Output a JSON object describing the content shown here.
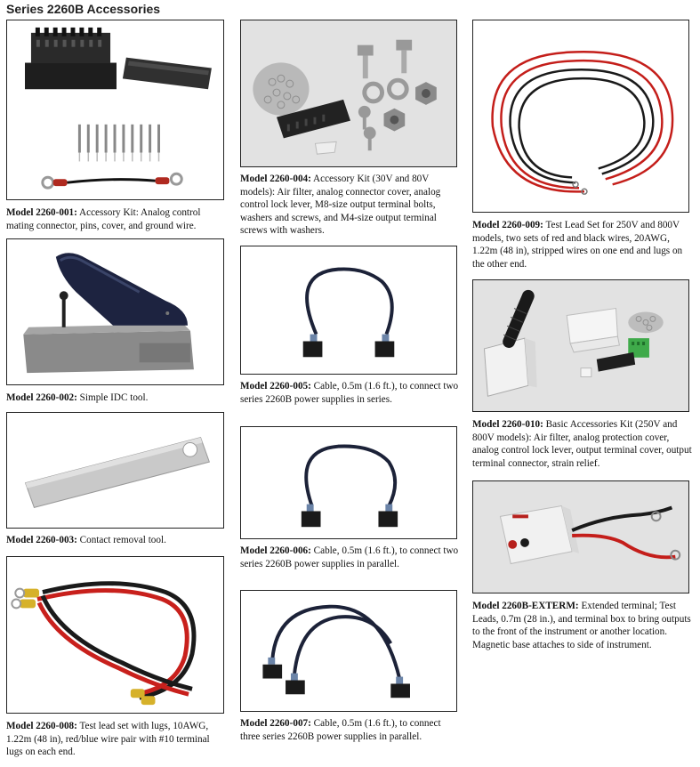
{
  "page": {
    "title": "Series 2260B Accessories"
  },
  "items": [
    {
      "model": "Model 2260-001:",
      "desc": "Accessory Kit: Analog control mating connector, pins, cover, and ground wire."
    },
    {
      "model": "Model 2260-002:",
      "desc": "Simple IDC tool."
    },
    {
      "model": "Model 2260-003:",
      "desc": "Contact removal tool."
    },
    {
      "model": "Model 2260-008:",
      "desc": "Test lead set with lugs, 10AWG, 1.22m (48 in), red/blue wire pair with #10 terminal lugs on each end."
    },
    {
      "model": "Model 2260-004:",
      "desc": "Accessory Kit (30V and 80V models): Air filter, analog connector cover, analog control lock lever, M8-size output terminal bolts, washers and screws, and M4-size output terminal screws with washers."
    },
    {
      "model": "Model 2260-005:",
      "desc": "Cable, 0.5m (1.6 ft.), to connect two series 2260B power supplies in series."
    },
    {
      "model": "Model 2260-006:",
      "desc": "Cable, 0.5m (1.6 ft.), to connect two series 2260B power supplies in parallel."
    },
    {
      "model": "Model 2260-007:",
      "desc": "Cable, 0.5m (1.6 ft.), to connect three series 2260B power supplies in parallel."
    },
    {
      "model": "Model 2260-009:",
      "desc": "Test Lead Set for 250V and 800V models, two sets of red and black wires, 20AWG, 1.22m (48 in), stripped wires on one end and lugs on the other end."
    },
    {
      "model": "Model 2260-010:",
      "desc": "Basic Accessories Kit (250V and 800V models): Air filter, analog protection cover, analog control lock lever, output terminal cover, output terminal connector, strain relief."
    },
    {
      "model": "Model 2260B-EXTERM:",
      "desc": "Extended terminal; Test Leads, 0.7m (28 in.), and terminal box to bring outputs to the front of the instrument or another location. Magnetic base attaches to side of instrument."
    }
  ]
}
